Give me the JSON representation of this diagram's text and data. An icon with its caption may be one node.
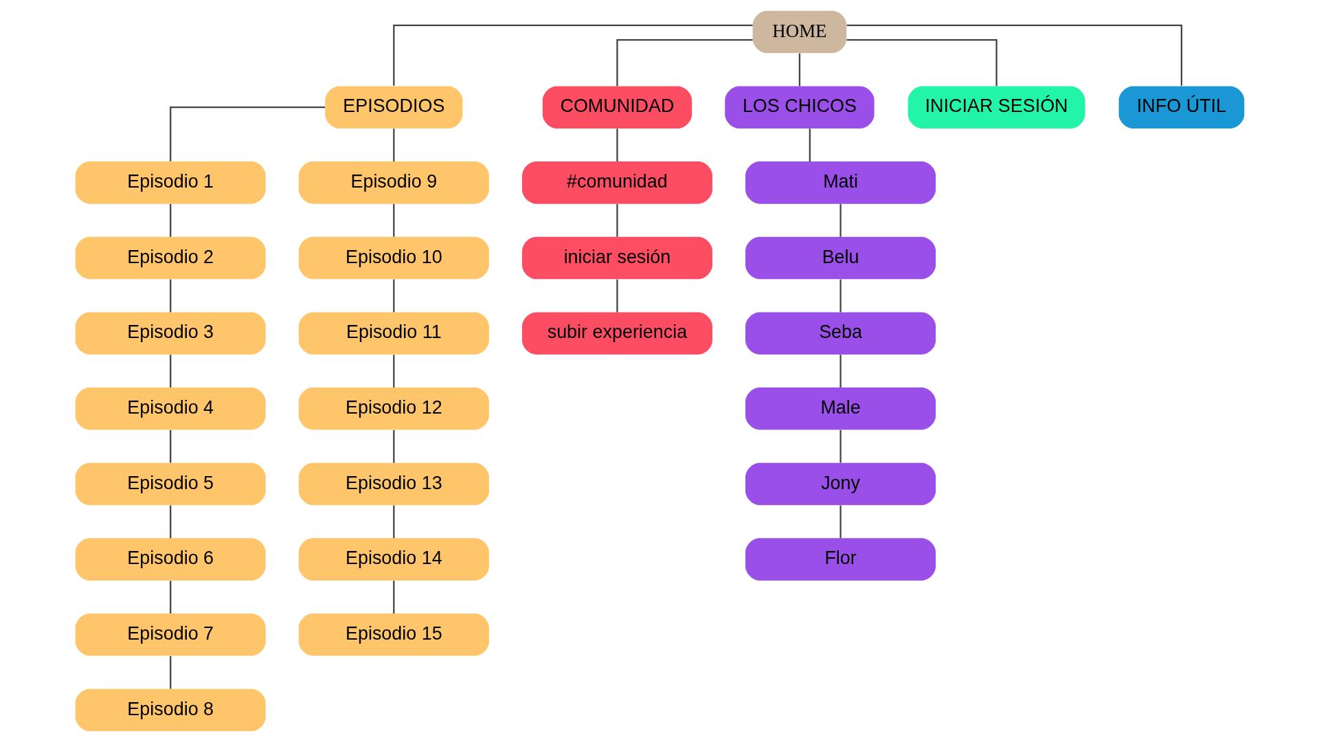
{
  "diagram": {
    "nodes": [
      {
        "text": [
          "HOME"
        ]
      },
      {
        "text": [
          "EPISODIOS"
        ]
      },
      {
        "text": [
          "COMUNIDAD"
        ]
      },
      {
        "text": [
          "LOS CHICOS"
        ]
      },
      {
        "text": [
          "INICIAR SESIÓN"
        ]
      },
      {
        "text": [
          "INFO ÚTIL"
        ]
      },
      {
        "text": [
          "Episodio 1"
        ]
      },
      {
        "text": [
          "Episodio 2"
        ]
      },
      {
        "text": [
          "Episodio 3"
        ]
      },
      {
        "text": [
          "Episodio 4"
        ]
      },
      {
        "text": [
          "Episodio 5"
        ]
      },
      {
        "text": [
          "Episodio 6"
        ]
      },
      {
        "text": [
          "Episodio 7"
        ]
      },
      {
        "text": [
          "Episodio 8"
        ]
      },
      {
        "text": [
          "Episodio 9"
        ]
      },
      {
        "text": [
          "Episodio 10"
        ]
      },
      {
        "text": [
          "Episodio 11"
        ]
      },
      {
        "text": [
          "Episodio 12"
        ]
      },
      {
        "text": [
          "Episodio 13"
        ]
      },
      {
        "text": [
          "Episodio 14"
        ]
      },
      {
        "text": [
          "Episodio 15"
        ]
      },
      {
        "text": [
          "#comunidad"
        ]
      },
      {
        "text": [
          "iniciar sesión"
        ]
      },
      {
        "text": [
          "subir experiencia"
        ]
      },
      {
        "text": [
          "Mati"
        ]
      },
      {
        "text": [
          "Belu"
        ]
      },
      {
        "text": [
          "Seba"
        ]
      },
      {
        "text": [
          "Male"
        ]
      },
      {
        "text": [
          "Jony"
        ]
      },
      {
        "text": [
          "Flor"
        ]
      }
    ],
    "edges": [
      {
        "from": 0,
        "to": 1,
        "arrow": "none"
      },
      {
        "from": 0,
        "to": 2,
        "arrow": "none"
      },
      {
        "from": 0,
        "to": 3,
        "arrow": "none"
      },
      {
        "from": 0,
        "to": 4,
        "arrow": "none"
      },
      {
        "from": 0,
        "to": 5,
        "arrow": "none"
      },
      {
        "from": 1,
        "to": 6,
        "arrow": "none"
      },
      {
        "from": 1,
        "to": 14,
        "arrow": "none"
      },
      {
        "from": 6,
        "to": 7,
        "arrow": "none"
      },
      {
        "from": 7,
        "to": 8,
        "arrow": "none"
      },
      {
        "from": 8,
        "to": 9,
        "arrow": "none"
      },
      {
        "from": 9,
        "to": 10,
        "arrow": "none"
      },
      {
        "from": 10,
        "to": 11,
        "arrow": "none"
      },
      {
        "from": 11,
        "to": 12,
        "arrow": "none"
      },
      {
        "from": 12,
        "to": 13,
        "arrow": "none"
      },
      {
        "from": 14,
        "to": 15,
        "arrow": "none"
      },
      {
        "from": 15,
        "to": 16,
        "arrow": "none"
      },
      {
        "from": 16,
        "to": 17,
        "arrow": "none"
      },
      {
        "from": 17,
        "to": 18,
        "arrow": "none"
      },
      {
        "from": 18,
        "to": 19,
        "arrow": "none"
      },
      {
        "from": 19,
        "to": 20,
        "arrow": "none"
      },
      {
        "from": 2,
        "to": 21,
        "arrow": "none"
      },
      {
        "from": 21,
        "to": 22,
        "arrow": "none"
      },
      {
        "from": 22,
        "to": 23,
        "arrow": "none"
      },
      {
        "from": 3,
        "to": 24,
        "arrow": "none"
      },
      {
        "from": 24,
        "to": 25,
        "arrow": "none"
      },
      {
        "from": 25,
        "to": 26,
        "arrow": "none"
      },
      {
        "from": 26,
        "to": 27,
        "arrow": "none"
      },
      {
        "from": 27,
        "to": 28,
        "arrow": "none"
      },
      {
        "from": 28,
        "to": 29,
        "arrow": "none"
      }
    ]
  }
}
